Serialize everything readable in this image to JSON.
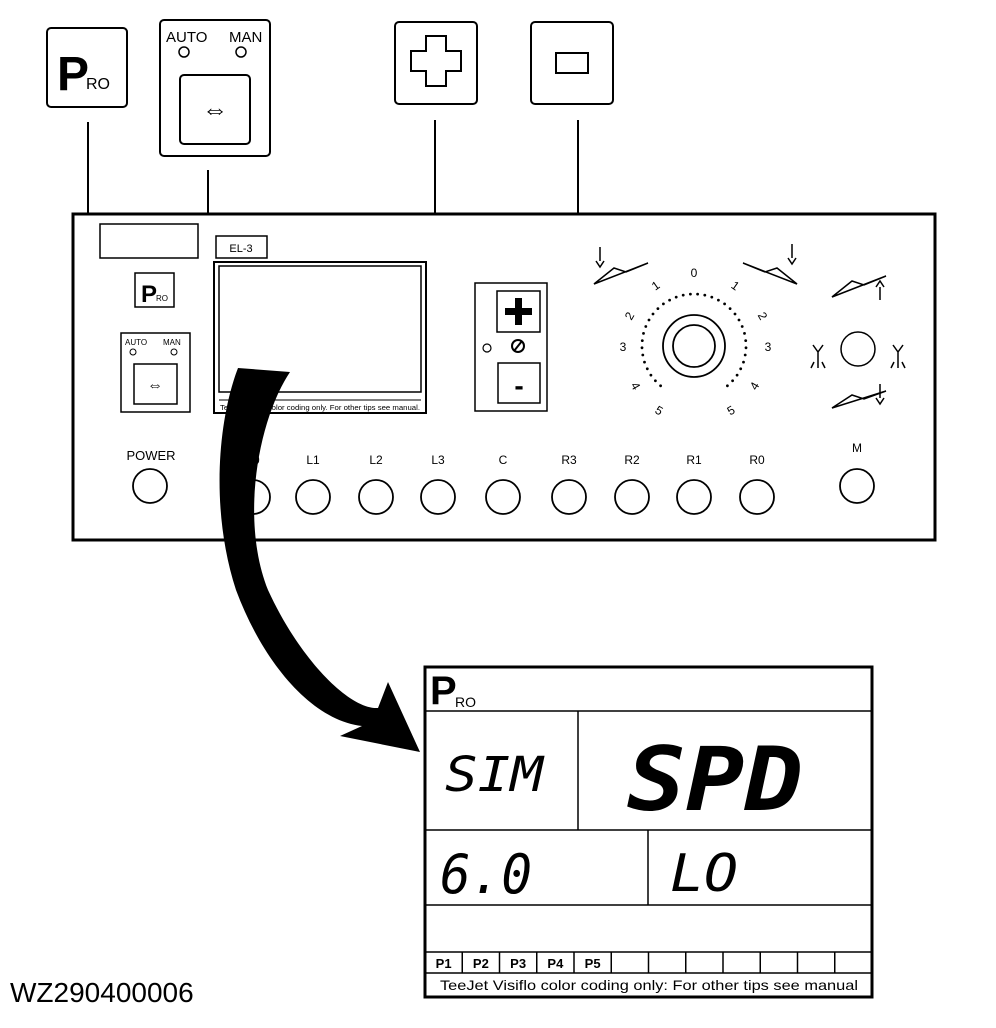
{
  "figure_id": "WZ290400006",
  "icons": {
    "pro_button": {
      "P": "P",
      "sub": "RO"
    },
    "auto_man": {
      "auto_label": "AUTO",
      "man_label": "MAN",
      "glyph": "⇔"
    },
    "plus_glyph": "+",
    "minus_glyph": "−"
  },
  "console": {
    "model_tag": "EL-3",
    "power_label": "POWER",
    "section_labels": [
      "L0",
      "L1",
      "L2",
      "L3",
      "C",
      "R3",
      "R2",
      "R1",
      "R0"
    ],
    "m_label": "M",
    "small_minus": "-",
    "dial_left": [
      "0",
      "1",
      "2",
      "3",
      "4",
      "5"
    ],
    "dial_right": [
      "1",
      "2",
      "3",
      "4",
      "5"
    ],
    "screen_footer_text": "TeeJet Visiflo color coding only. For other tips see manual."
  },
  "display": {
    "pro_P": "P",
    "pro_sub": "RO",
    "top_left": "SIM",
    "top_right": "SPD",
    "bottom_left": "6.0",
    "bottom_right": "LO",
    "presets": [
      "P1",
      "P2",
      "P3",
      "P4",
      "P5"
    ],
    "footer": "TeeJet Visiflo color coding only: For other tips see manual",
    "colors": {
      "line": "#000000",
      "background": "#ffffff"
    }
  }
}
